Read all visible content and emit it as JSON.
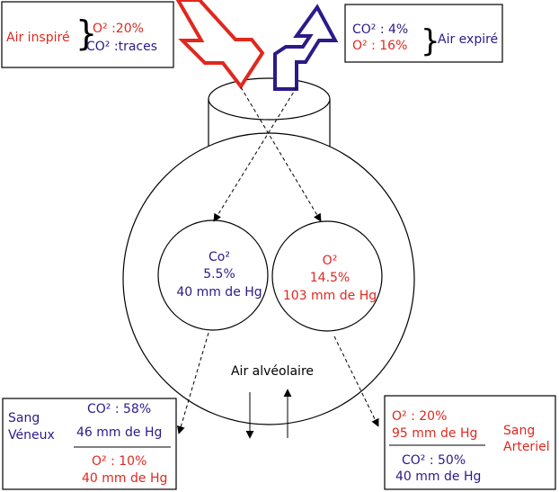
{
  "colors": {
    "red": "#e0281e",
    "navy": "#2c1a8a",
    "black": "#000000"
  },
  "inspired_box": {
    "label": "Air inspiré",
    "o2": "O² :20%",
    "co2": "CO² :traces"
  },
  "expired_box": {
    "co2": "CO² : 4%",
    "o2": "O² : 16%",
    "label": "Air expiré"
  },
  "co2_bubble": {
    "name": "Co²",
    "percent": "5.5%",
    "pressure": "40 mm de Hg"
  },
  "o2_bubble": {
    "name": "O²",
    "percent": "14.5%",
    "pressure": "103 mm de Hg"
  },
  "alveolar_label": "Air alvéolaire",
  "venous_box": {
    "label_line1": "Sang",
    "label_line2": "Véneux",
    "co2_percent": "CO² : 58%",
    "co2_pressure": "46 mm  de Hg",
    "o2_percent": "O² : 10%",
    "o2_pressure": "40 mm de Hg"
  },
  "arterial_box": {
    "o2_percent": "O² : 20%",
    "o2_pressure": "95 mm de Hg",
    "label_line1": "Sang",
    "label_line2": "Arteriel",
    "co2_percent": "CO² : 50%",
    "co2_pressure": "40 mm de Hg"
  }
}
